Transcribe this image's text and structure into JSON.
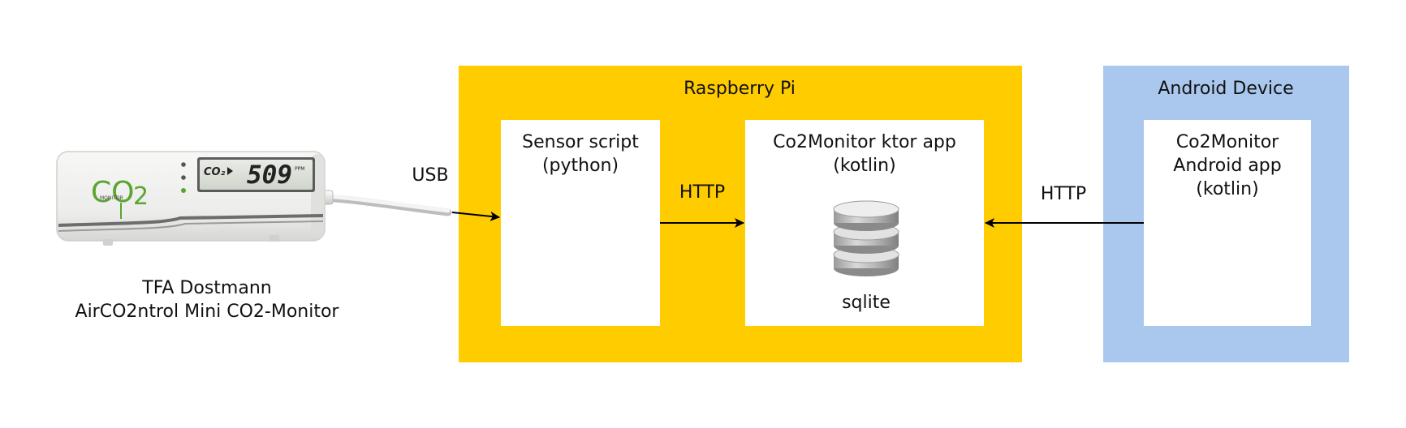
{
  "device": {
    "caption_line1": "TFA Dostmann",
    "caption_line2": "AirCO2ntrol Mini CO2-Monitor",
    "logo_co": "CO",
    "logo_sub": "2",
    "logo_word": "MONITOR",
    "lcd_label": "CO₂",
    "lcd_value": "509",
    "lcd_unit": "PPM"
  },
  "connections": {
    "usb": "USB",
    "http_internal": "HTTP",
    "http_android": "HTTP"
  },
  "raspberry_pi": {
    "title": "Raspberry Pi",
    "sensor_script": {
      "line1": "Sensor script",
      "line2": "(python)"
    },
    "ktor_app": {
      "line1": "Co2Monitor ktor app",
      "line2": "(kotlin)",
      "db_label": "sqlite"
    }
  },
  "android": {
    "title": "Android Device",
    "app": {
      "line1": "Co2Monitor",
      "line2": "Android app",
      "line3": "(kotlin)"
    }
  },
  "colors": {
    "raspberry_pi_fill": "#FFCC00",
    "android_fill": "#AAC8EE",
    "inner_box_fill": "#FFFFFF",
    "arrow": "#000000",
    "logo_green": "#5AA532"
  }
}
